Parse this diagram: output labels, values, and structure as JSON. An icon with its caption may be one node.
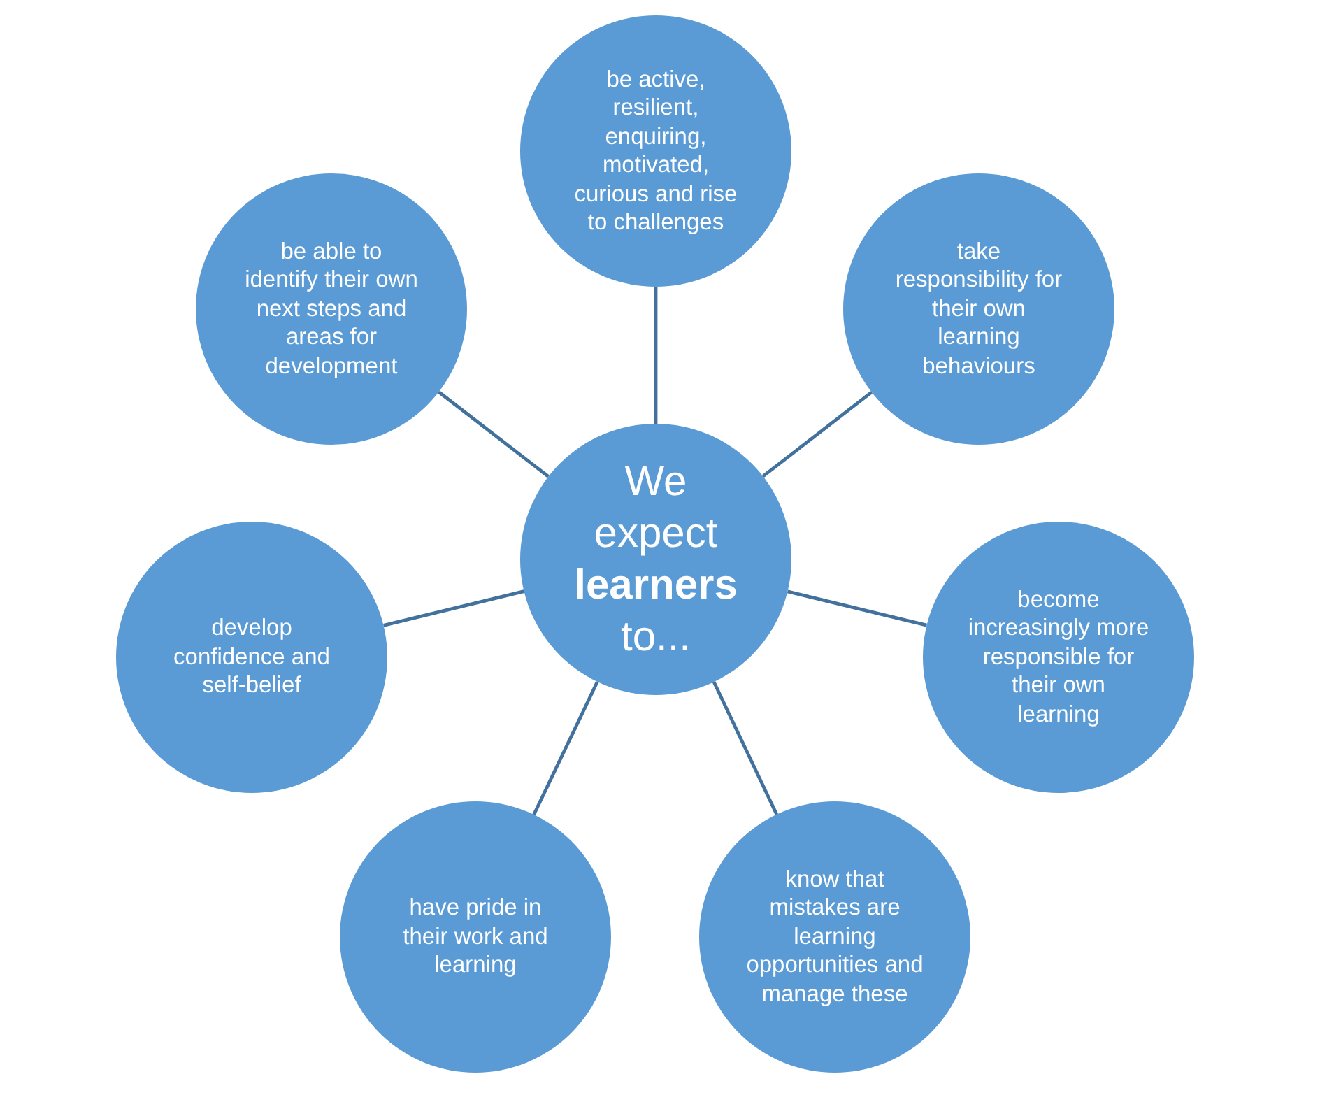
{
  "diagram": {
    "nodes": [
      {
        "text": [
          "We expect **learners** to..."
        ]
      },
      {
        "text": [
          "be active, resilient, enquiring, motivated, curious and rise to challenges"
        ]
      },
      {
        "text": [
          "take responsibility for their own learning behaviours"
        ]
      },
      {
        "text": [
          "become increasingly more responsible for their own learning"
        ]
      },
      {
        "text": [
          "know that mistakes are learning opportunities and manage these"
        ]
      },
      {
        "text": [
          "have pride in their work and learning"
        ]
      },
      {
        "text": [
          "develop confidence and self-belief"
        ]
      },
      {
        "text": [
          "be able to identify their own next steps and areas for development"
        ]
      }
    ],
    "edges": [
      {
        "from": 0,
        "to": 1,
        "arrow": "none"
      },
      {
        "from": 0,
        "to": 2,
        "arrow": "none"
      },
      {
        "from": 0,
        "to": 3,
        "arrow": "none"
      },
      {
        "from": 0,
        "to": 4,
        "arrow": "none"
      },
      {
        "from": 0,
        "to": 5,
        "arrow": "none"
      },
      {
        "from": 0,
        "to": 6,
        "arrow": "none"
      },
      {
        "from": 0,
        "to": 7,
        "arrow": "none"
      }
    ]
  }
}
